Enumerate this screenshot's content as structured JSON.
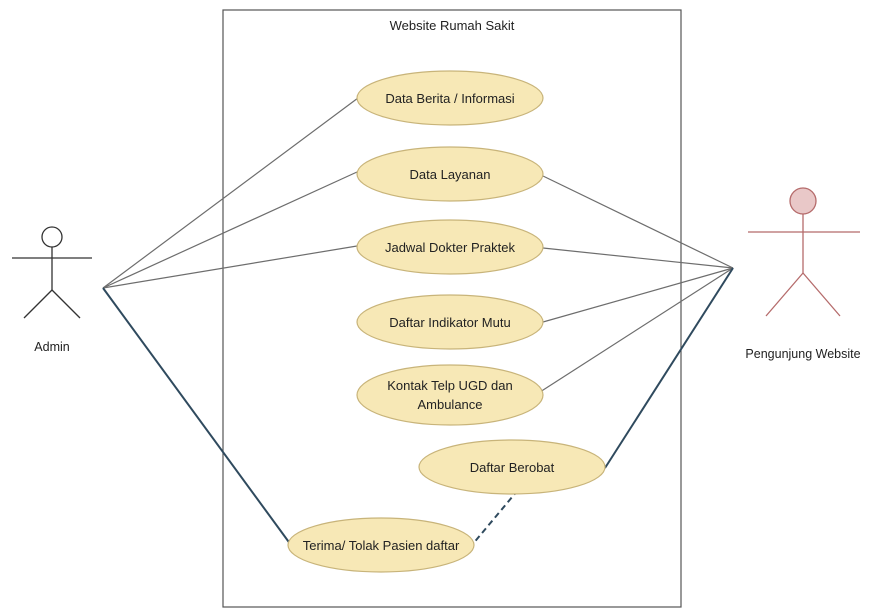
{
  "system": {
    "title": "Website Rumah Sakit"
  },
  "actors": {
    "admin": {
      "label": "Admin",
      "color": "#333333"
    },
    "visitor": {
      "label": "Pengunjung Website",
      "color": "#b56b6b",
      "head_fill": "#e9c8c8"
    }
  },
  "use_cases": [
    {
      "id": "uc1",
      "lines": [
        "Data Berita / Informasi"
      ]
    },
    {
      "id": "uc2",
      "lines": [
        "Data Layanan"
      ]
    },
    {
      "id": "uc3",
      "lines": [
        "Jadwal Dokter Praktek"
      ]
    },
    {
      "id": "uc4",
      "lines": [
        "Daftar Indikator Mutu"
      ]
    },
    {
      "id": "uc5",
      "lines": [
        "Kontak Telp UGD dan",
        "Ambulance"
      ]
    },
    {
      "id": "uc6",
      "lines": [
        "Daftar Berobat"
      ]
    },
    {
      "id": "uc7",
      "lines": [
        "Terima/ Tolak Pasien daftar"
      ]
    }
  ],
  "colors": {
    "usecase_fill": "#f7e8b6",
    "usecase_stroke": "#c8b47a",
    "line": "#6d6d6d",
    "dark_line": "#2f4a5e"
  }
}
